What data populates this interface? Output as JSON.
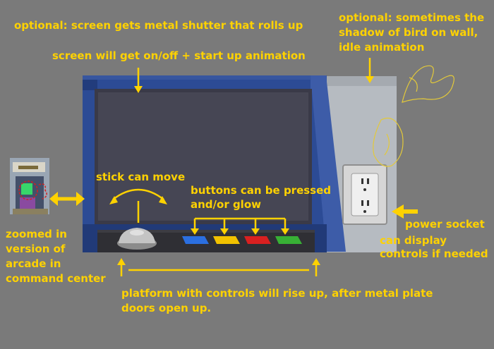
{
  "annotations": {
    "shutter": "optional: screen gets metal shutter that rolls up",
    "onoff": "screen will get on/off + start up animation",
    "bird_1": "optional: sometimes the",
    "bird_2": "shadow of bird on wall,",
    "bird_3": "idle animation",
    "stick": "stick can move",
    "buttons_1": "buttons can be pressed",
    "buttons_2": "and/or glow",
    "zoom_1": "zoomed in",
    "zoom_2": "version of",
    "zoom_3": "arcade in",
    "zoom_4": "command center",
    "socket": "power socket",
    "display_1": "can display",
    "display_2": "controls if needed",
    "platform_1": "platform with controls will rise up, after metal plate",
    "platform_2": "doors open up."
  },
  "colors": {
    "background": "#7a7a7a",
    "annotation": "#ffd200",
    "cabinet_blue": "#2b4a93",
    "screen": "#444450",
    "wall": "#b7bcc2",
    "button_blue": "#2b6fe0",
    "button_yellow": "#f2c200",
    "button_red": "#d92020",
    "button_green": "#38b035"
  },
  "icons": [
    "arcade-thumbnail-icon",
    "joystick-icon",
    "power-socket-icon",
    "bird-shadow-sketch-icon"
  ]
}
